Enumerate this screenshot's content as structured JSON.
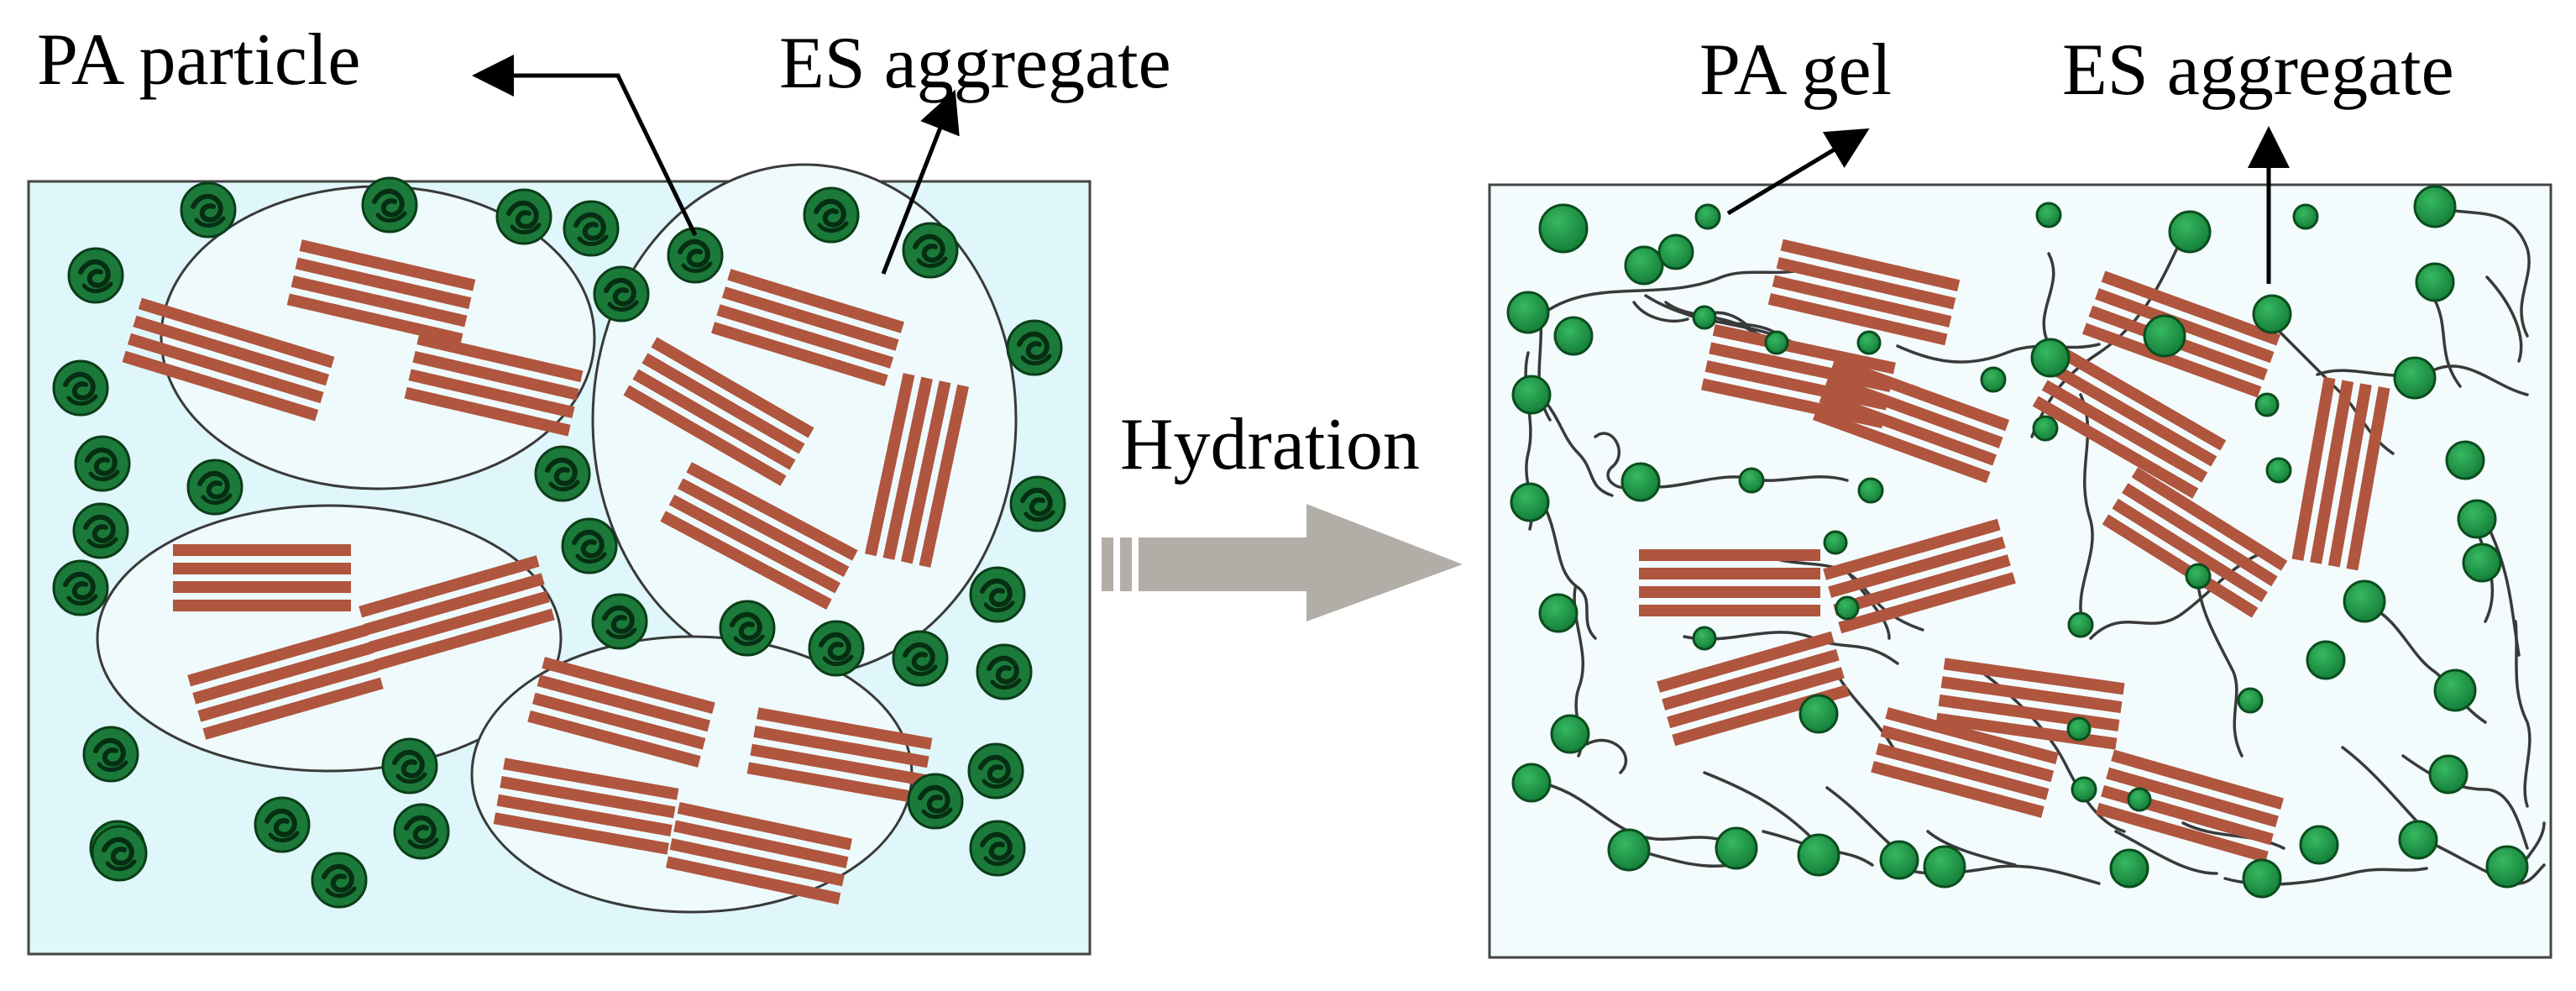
{
  "labels": {
    "pa_particle": "PA particle",
    "es_aggregate_left": "ES aggregate",
    "pa_gel": "PA gel",
    "es_aggregate_right": "ES aggregate",
    "hydration": "Hydration"
  },
  "colors": {
    "panel_left_fill": "#dff7fb",
    "panel_right_fill": "#f4fbfd",
    "aggregate_fill": "#eefafc",
    "stripe": "#b0553e",
    "particle_fill": "#1d7a3a",
    "particle_dark": "#0c4a20",
    "gel_ball": "#1f9a46",
    "fiber": "#3a3a3a",
    "arrow_gray": "#b3ada8"
  }
}
